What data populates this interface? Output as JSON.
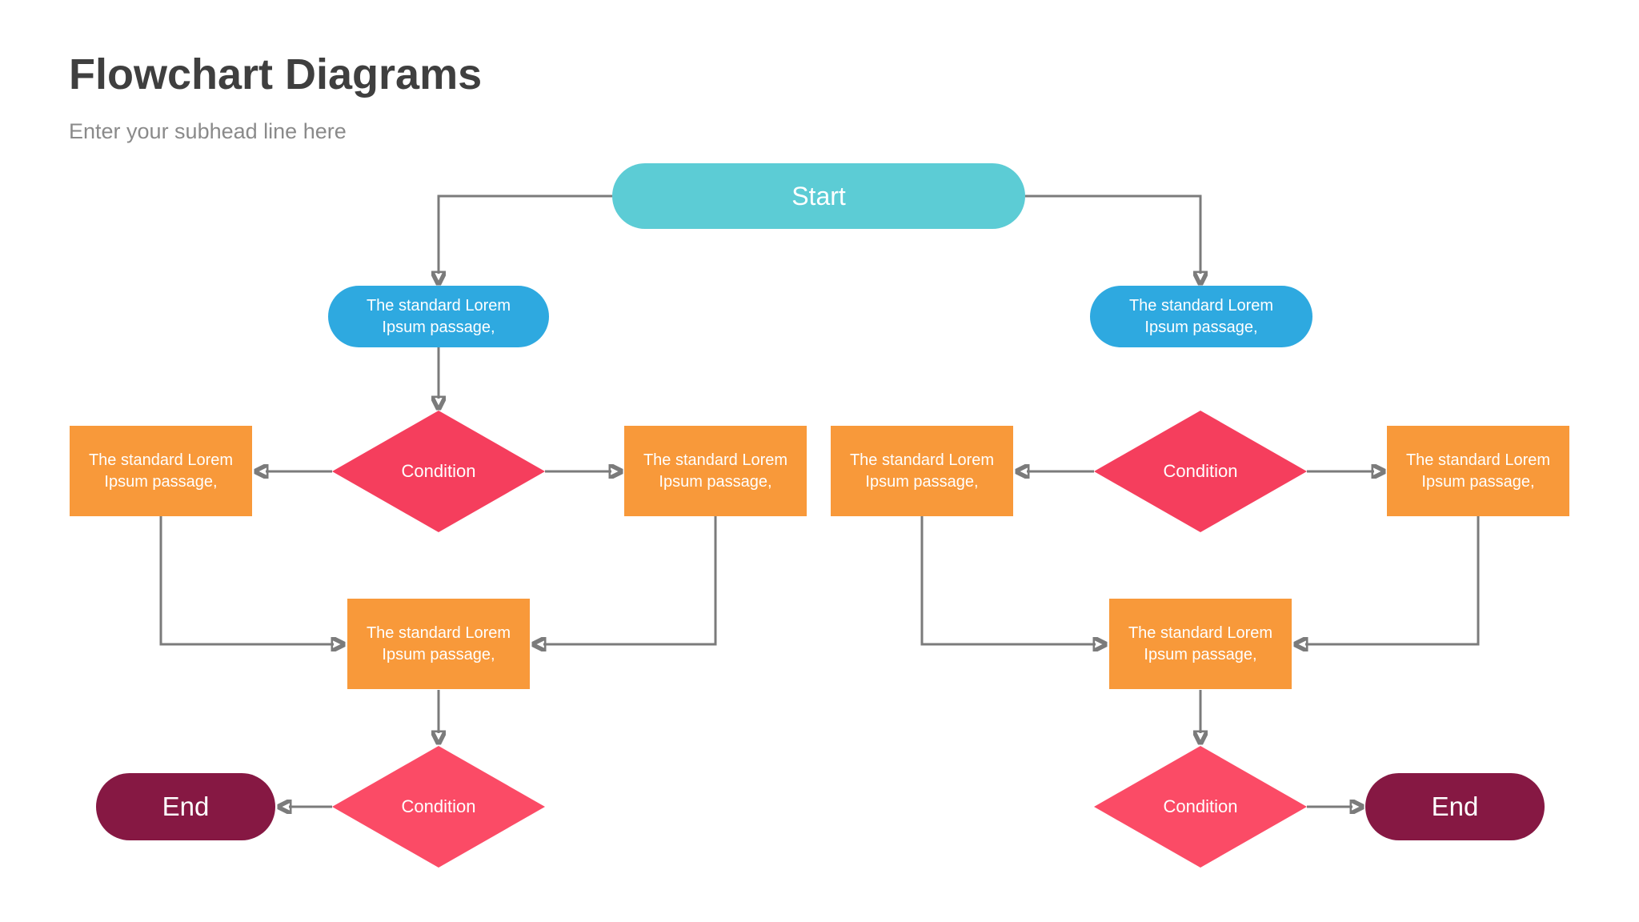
{
  "header": {
    "title": "Flowchart Diagrams",
    "subtitle": "Enter your subhead line here"
  },
  "labels": {
    "start": "Start",
    "process_line1": "The standard Lorem",
    "process_line2": "Ipsum passage,",
    "condition": "Condition",
    "end": "End"
  },
  "colors": {
    "start_fill": "#5CCCD5",
    "process_blue_fill": "#2EA9E0",
    "process_orange_fill": "#F8993A",
    "condition_upper_fill": "#F53E5D",
    "condition_lower_fill": "#FB4B66",
    "end_fill": "#861843",
    "connector": "#7B7B7B",
    "node_text": "#FFFFFF",
    "title_text": "#3F3F3F",
    "subtitle_text": "#8A8A8A"
  },
  "flowchart": {
    "nodes": [
      {
        "id": "start",
        "type": "terminator",
        "label": "Start"
      },
      {
        "id": "process-left",
        "type": "process",
        "label": "The standard Lorem Ipsum passage,"
      },
      {
        "id": "process-right",
        "type": "process",
        "label": "The standard Lorem Ipsum passage,"
      },
      {
        "id": "condition-left-1",
        "type": "decision",
        "label": "Condition"
      },
      {
        "id": "condition-right-1",
        "type": "decision",
        "label": "Condition"
      },
      {
        "id": "outcome-left-a",
        "type": "process",
        "label": "The standard Lorem Ipsum passage,"
      },
      {
        "id": "outcome-left-b",
        "type": "process",
        "label": "The standard Lorem Ipsum passage,"
      },
      {
        "id": "outcome-right-a",
        "type": "process",
        "label": "The standard Lorem Ipsum passage,"
      },
      {
        "id": "outcome-right-b",
        "type": "process",
        "label": "The standard Lorem Ipsum passage,"
      },
      {
        "id": "merge-left",
        "type": "process",
        "label": "The standard Lorem Ipsum passage,"
      },
      {
        "id": "merge-right",
        "type": "process",
        "label": "The standard Lorem Ipsum passage,"
      },
      {
        "id": "condition-left-2",
        "type": "decision",
        "label": "Condition"
      },
      {
        "id": "condition-right-2",
        "type": "decision",
        "label": "Condition"
      },
      {
        "id": "end-left",
        "type": "terminator",
        "label": "End"
      },
      {
        "id": "end-right",
        "type": "terminator",
        "label": "End"
      }
    ],
    "edges": [
      {
        "from": "start",
        "to": "process-left"
      },
      {
        "from": "start",
        "to": "process-right"
      },
      {
        "from": "process-left",
        "to": "condition-left-1"
      },
      {
        "from": "condition-left-1",
        "to": "outcome-left-a"
      },
      {
        "from": "condition-left-1",
        "to": "outcome-left-b"
      },
      {
        "from": "outcome-left-a",
        "to": "merge-left"
      },
      {
        "from": "outcome-left-b",
        "to": "merge-left"
      },
      {
        "from": "merge-left",
        "to": "condition-left-2"
      },
      {
        "from": "condition-left-2",
        "to": "end-left"
      },
      {
        "from": "process-right",
        "to": "condition-right-1"
      },
      {
        "from": "condition-right-1",
        "to": "outcome-right-a"
      },
      {
        "from": "condition-right-1",
        "to": "outcome-right-b"
      },
      {
        "from": "outcome-right-a",
        "to": "merge-right"
      },
      {
        "from": "outcome-right-b",
        "to": "merge-right"
      },
      {
        "from": "merge-right",
        "to": "condition-right-2"
      },
      {
        "from": "condition-right-2",
        "to": "end-right"
      }
    ]
  }
}
